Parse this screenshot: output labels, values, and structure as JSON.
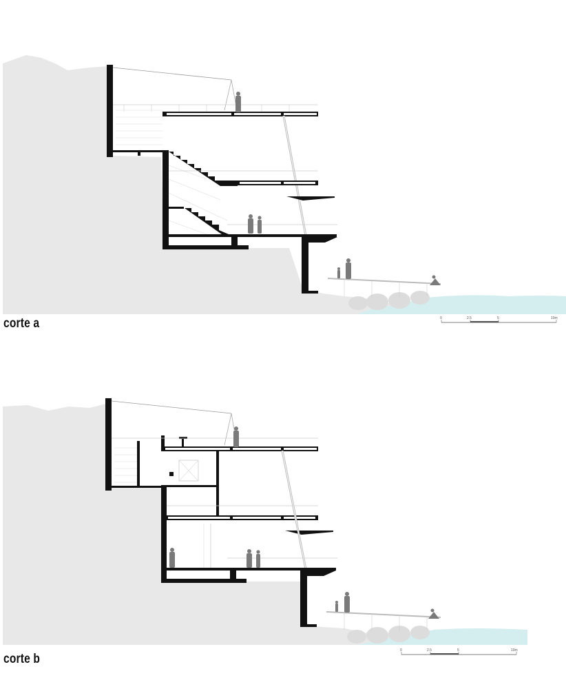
{
  "sections": [
    {
      "label": "corte a",
      "scale": {
        "ticks": [
          "0",
          "2.5",
          "5",
          "10m"
        ]
      }
    },
    {
      "label": "corte b",
      "scale": {
        "ticks": [
          "0",
          "2.5",
          "5",
          "10m"
        ]
      }
    }
  ],
  "colors": {
    "terrain": "#e8e8e8",
    "water": "#d4eef0",
    "structure": "#111111",
    "figure": "#7a7a7a",
    "rail": "#c9c9c9"
  }
}
